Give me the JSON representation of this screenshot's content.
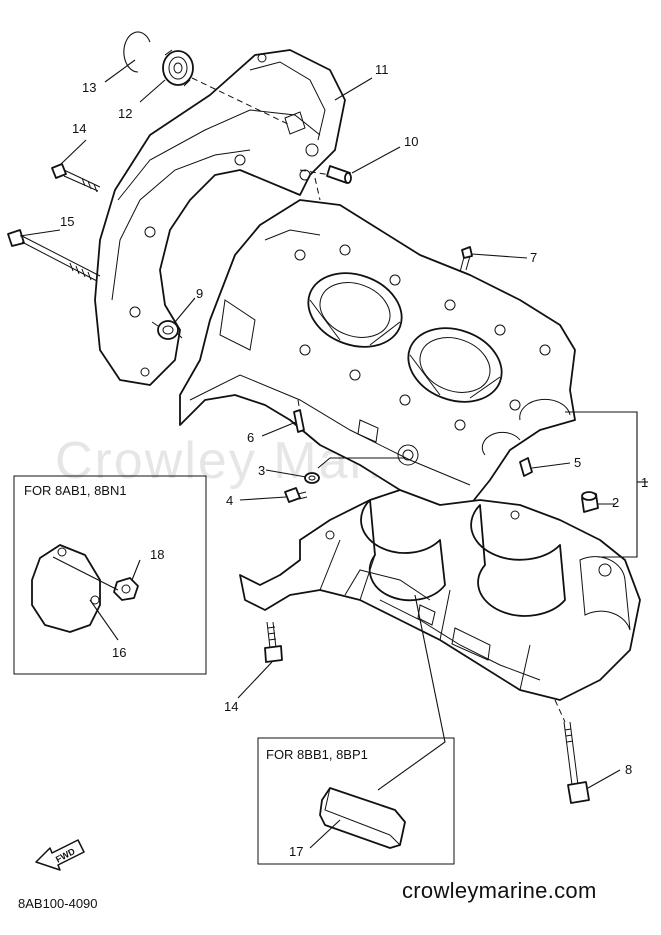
{
  "callouts": [
    {
      "id": "c1",
      "text": "1"
    },
    {
      "id": "c2",
      "text": "2"
    },
    {
      "id": "c3",
      "text": "3"
    },
    {
      "id": "c4",
      "text": "4"
    },
    {
      "id": "c5",
      "text": "5"
    },
    {
      "id": "c6",
      "text": "6"
    },
    {
      "id": "c7",
      "text": "7"
    },
    {
      "id": "c8",
      "text": "8"
    },
    {
      "id": "c9",
      "text": "9"
    },
    {
      "id": "c10",
      "text": "10"
    },
    {
      "id": "c11",
      "text": "11"
    },
    {
      "id": "c12",
      "text": "12"
    },
    {
      "id": "c13",
      "text": "13"
    },
    {
      "id": "c14a",
      "text": "14"
    },
    {
      "id": "c14b",
      "text": "14"
    },
    {
      "id": "c15",
      "text": "15"
    },
    {
      "id": "c16",
      "text": "16"
    },
    {
      "id": "c17",
      "text": "17"
    },
    {
      "id": "c18",
      "text": "18"
    }
  ],
  "boxes": {
    "left_label": "FOR 8AB1, 8BN1",
    "bottom_label": "FOR 8BB1, 8BP1"
  },
  "fwd_label": "FWD",
  "part_code": "8AB100-4090",
  "watermark": "Crowley Marine",
  "site_url": "crowleymarine.com"
}
